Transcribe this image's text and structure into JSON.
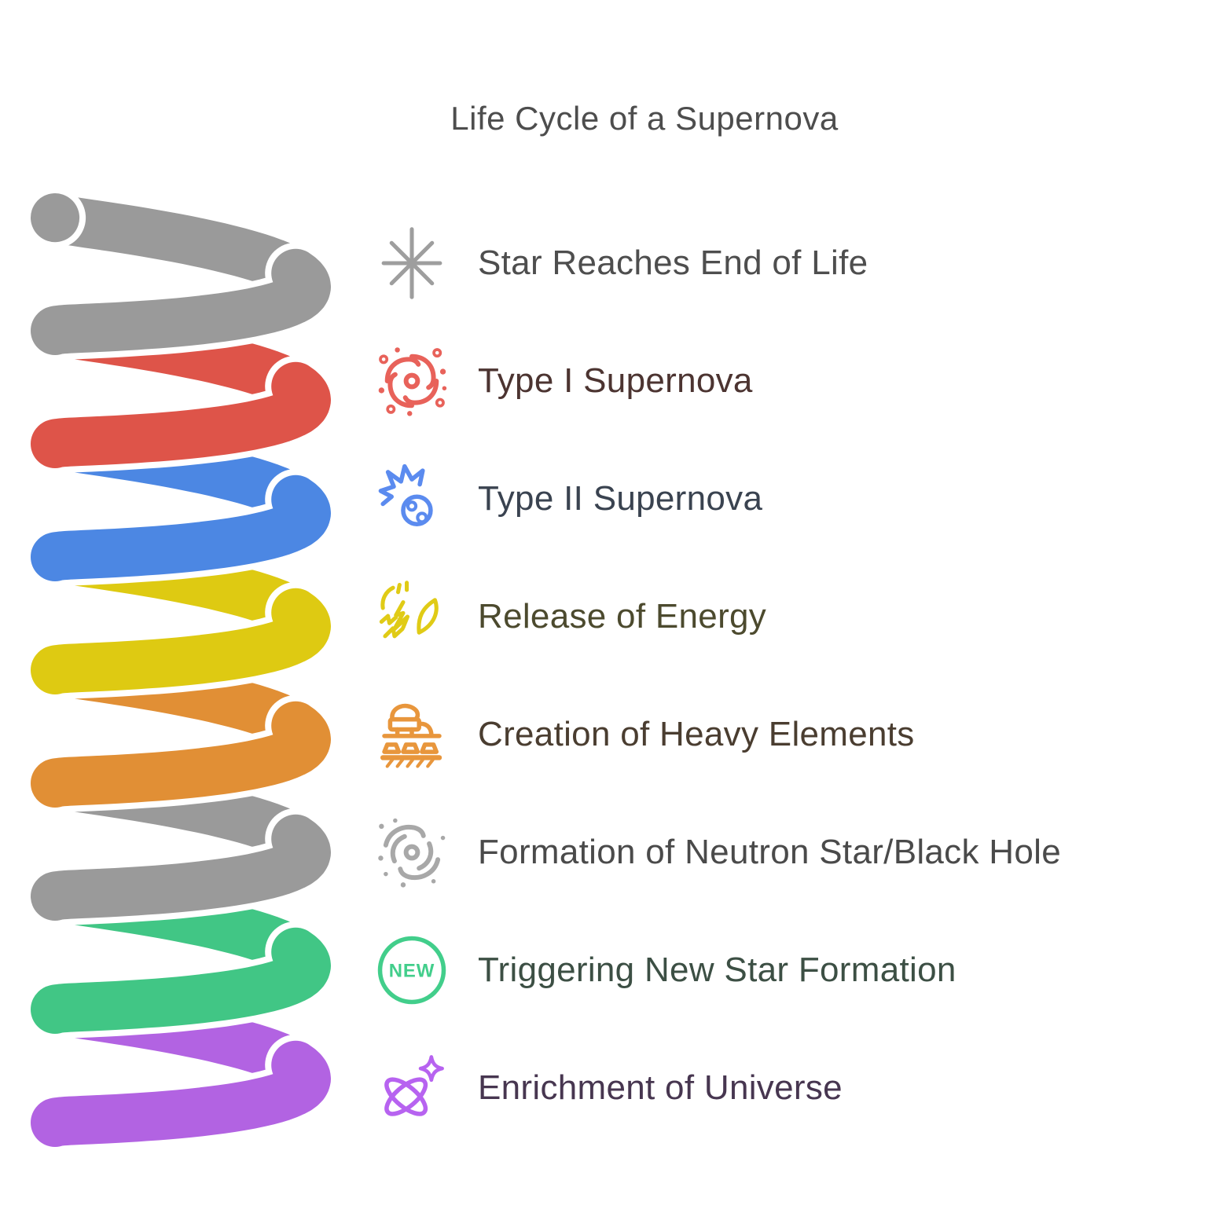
{
  "page": {
    "background": "#FFFFFF",
    "title": "Life Cycle of a Supernova",
    "title_color": "#4D4D4D"
  },
  "spiral": {
    "description": "coiled helix ribbon, one turn per step, top to bottom",
    "colors": [
      "#9A9A9A",
      "#DE5449",
      "#4C87E3",
      "#DECA12",
      "#E18F35",
      "#9A9A9A",
      "#41C685",
      "#B263E2"
    ]
  },
  "steps": [
    {
      "label": "Star Reaches End of Life",
      "icon": "eight-ray-star",
      "icon_color": "#9E9E9E",
      "text_color": "#4E4E4E"
    },
    {
      "label": "Type I Supernova",
      "icon": "spiral-galaxy",
      "icon_color": "#E8625A",
      "text_color": "#4C3431"
    },
    {
      "label": "Type II Supernova",
      "icon": "comet",
      "icon_color": "#5B8BEF",
      "text_color": "#3A4350"
    },
    {
      "label": "Release of Energy",
      "icon": "energy-burst",
      "icon_color": "#E0CB16",
      "text_color": "#4C4A2E"
    },
    {
      "label": "Creation of Heavy Elements",
      "icon": "forge-machine",
      "icon_color": "#E8963C",
      "text_color": "#4A3D30"
    },
    {
      "label": "Formation of Neutron Star/Black Hole",
      "icon": "galaxy-swirl",
      "icon_color": "#A8A8A8",
      "text_color": "#4A4A4A"
    },
    {
      "label": "Triggering New Star Formation",
      "icon": "new-badge",
      "icon_color": "#42CE8B",
      "text_color": "#3C4F44",
      "badge_text": "NEW"
    },
    {
      "label": "Enrichment of Universe",
      "icon": "atom-sparkle",
      "icon_color": "#B763F0",
      "text_color": "#473650"
    }
  ]
}
